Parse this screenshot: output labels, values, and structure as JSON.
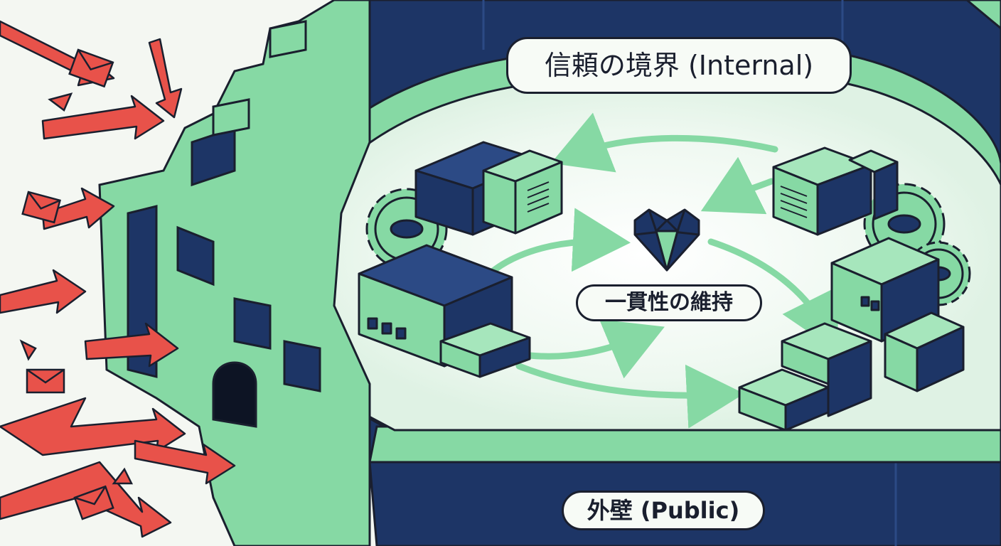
{
  "labels": {
    "internal_boundary": "信頼の境界 (Internal)",
    "core": "一貫性の維持",
    "outer_wall": "外壁 (Public)"
  },
  "icons": [
    "heart-gem-icon",
    "gear-icon",
    "envelope-icon",
    "server-block-icon",
    "arrow-icon"
  ],
  "colors": {
    "wall_navy": "#1d3566",
    "mint": "#86d9a4",
    "attack_red": "#e8524a",
    "outline": "#1a1f2e",
    "background": "#f4f7f2"
  }
}
